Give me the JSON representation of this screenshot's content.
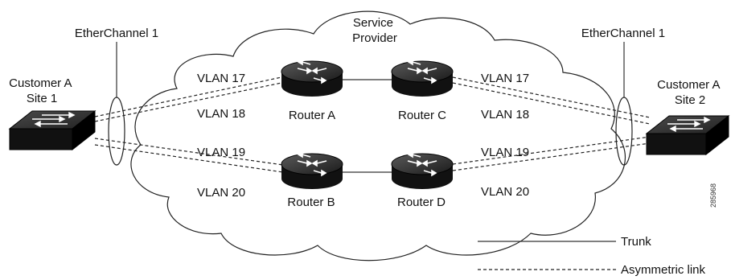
{
  "cloud": {
    "label": "Service\nProvider"
  },
  "sites": {
    "left": {
      "label": "Customer A\nSite 1"
    },
    "right": {
      "label": "Customer A\nSite 2"
    }
  },
  "etherchannels": {
    "left": {
      "label": "EtherChannel 1"
    },
    "right": {
      "label": "EtherChannel 1"
    }
  },
  "routers": {
    "a": {
      "label": "Router A"
    },
    "b": {
      "label": "Router B"
    },
    "c": {
      "label": "Router C"
    },
    "d": {
      "label": "Router D"
    }
  },
  "vlans": {
    "left_17": "VLAN 17",
    "left_18": "VLAN 18",
    "left_19": "VLAN 19",
    "left_20": "VLAN 20",
    "right_17": "VLAN 17",
    "right_18": "VLAN 18",
    "right_19": "VLAN 19",
    "right_20": "VLAN 20"
  },
  "legend": {
    "trunk": "Trunk",
    "asymmetric": "Asymmetric link"
  },
  "figure_id": "285968",
  "colors": {
    "device_dark": "#111111",
    "device_top": "#3a3a3a",
    "line": "#222222"
  }
}
